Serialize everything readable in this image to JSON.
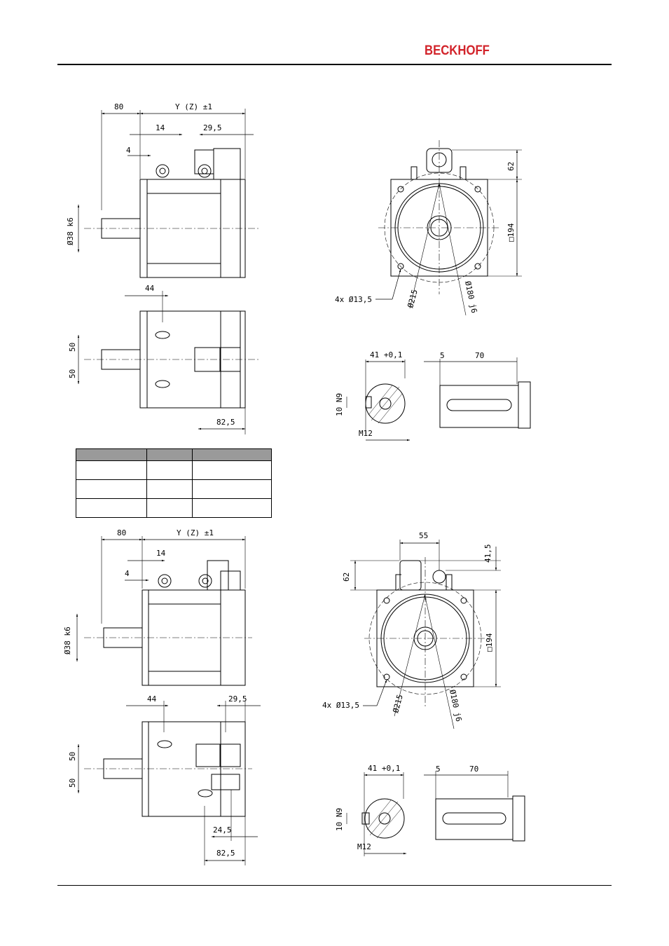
{
  "header": {
    "brand": "BECKHOFF",
    "brand_color": "#d2232a"
  },
  "drawing1": {
    "side": {
      "d80": "80",
      "dY": "Y (Z) ±1",
      "d14": "14",
      "d29_5": "29,5",
      "d4": "4",
      "shaft": "Ø38 k6"
    },
    "top": {
      "d44": "44",
      "d50a": "50",
      "d50b": "50",
      "d82_5": "82,5"
    },
    "front": {
      "d62": "62",
      "sq194": "□194",
      "holes": "4x  Ø13,5",
      "d215": "Ø215",
      "d180": "Ø180 j6"
    },
    "shaft": {
      "d41": "41 +0,1",
      "d5": "5",
      "d70": "70",
      "key": "10 N9",
      "thread": "M12"
    }
  },
  "table": {
    "rows": [
      [
        "",
        "",
        ""
      ],
      [
        "",
        "",
        ""
      ],
      [
        "",
        "",
        ""
      ]
    ]
  },
  "drawing2": {
    "side": {
      "d80": "80",
      "dY": "Y (Z) ±1",
      "d14": "14",
      "d4": "4",
      "shaft": "Ø38 k6"
    },
    "top": {
      "d44": "44",
      "d29_5": "29,5",
      "d50a": "50",
      "d50b": "50",
      "d24_5": "24,5",
      "d82_5": "82,5"
    },
    "front": {
      "d55": "55",
      "d41_5": "41,5",
      "d62": "62",
      "sq194": "□194",
      "holes": "4x  Ø13,5",
      "d215": "Ø215",
      "d180": "Ø180 j6"
    },
    "shaft": {
      "d41": "41 +0,1",
      "d5": "5",
      "d70": "70",
      "key": "10 N9",
      "thread": "M12"
    }
  }
}
